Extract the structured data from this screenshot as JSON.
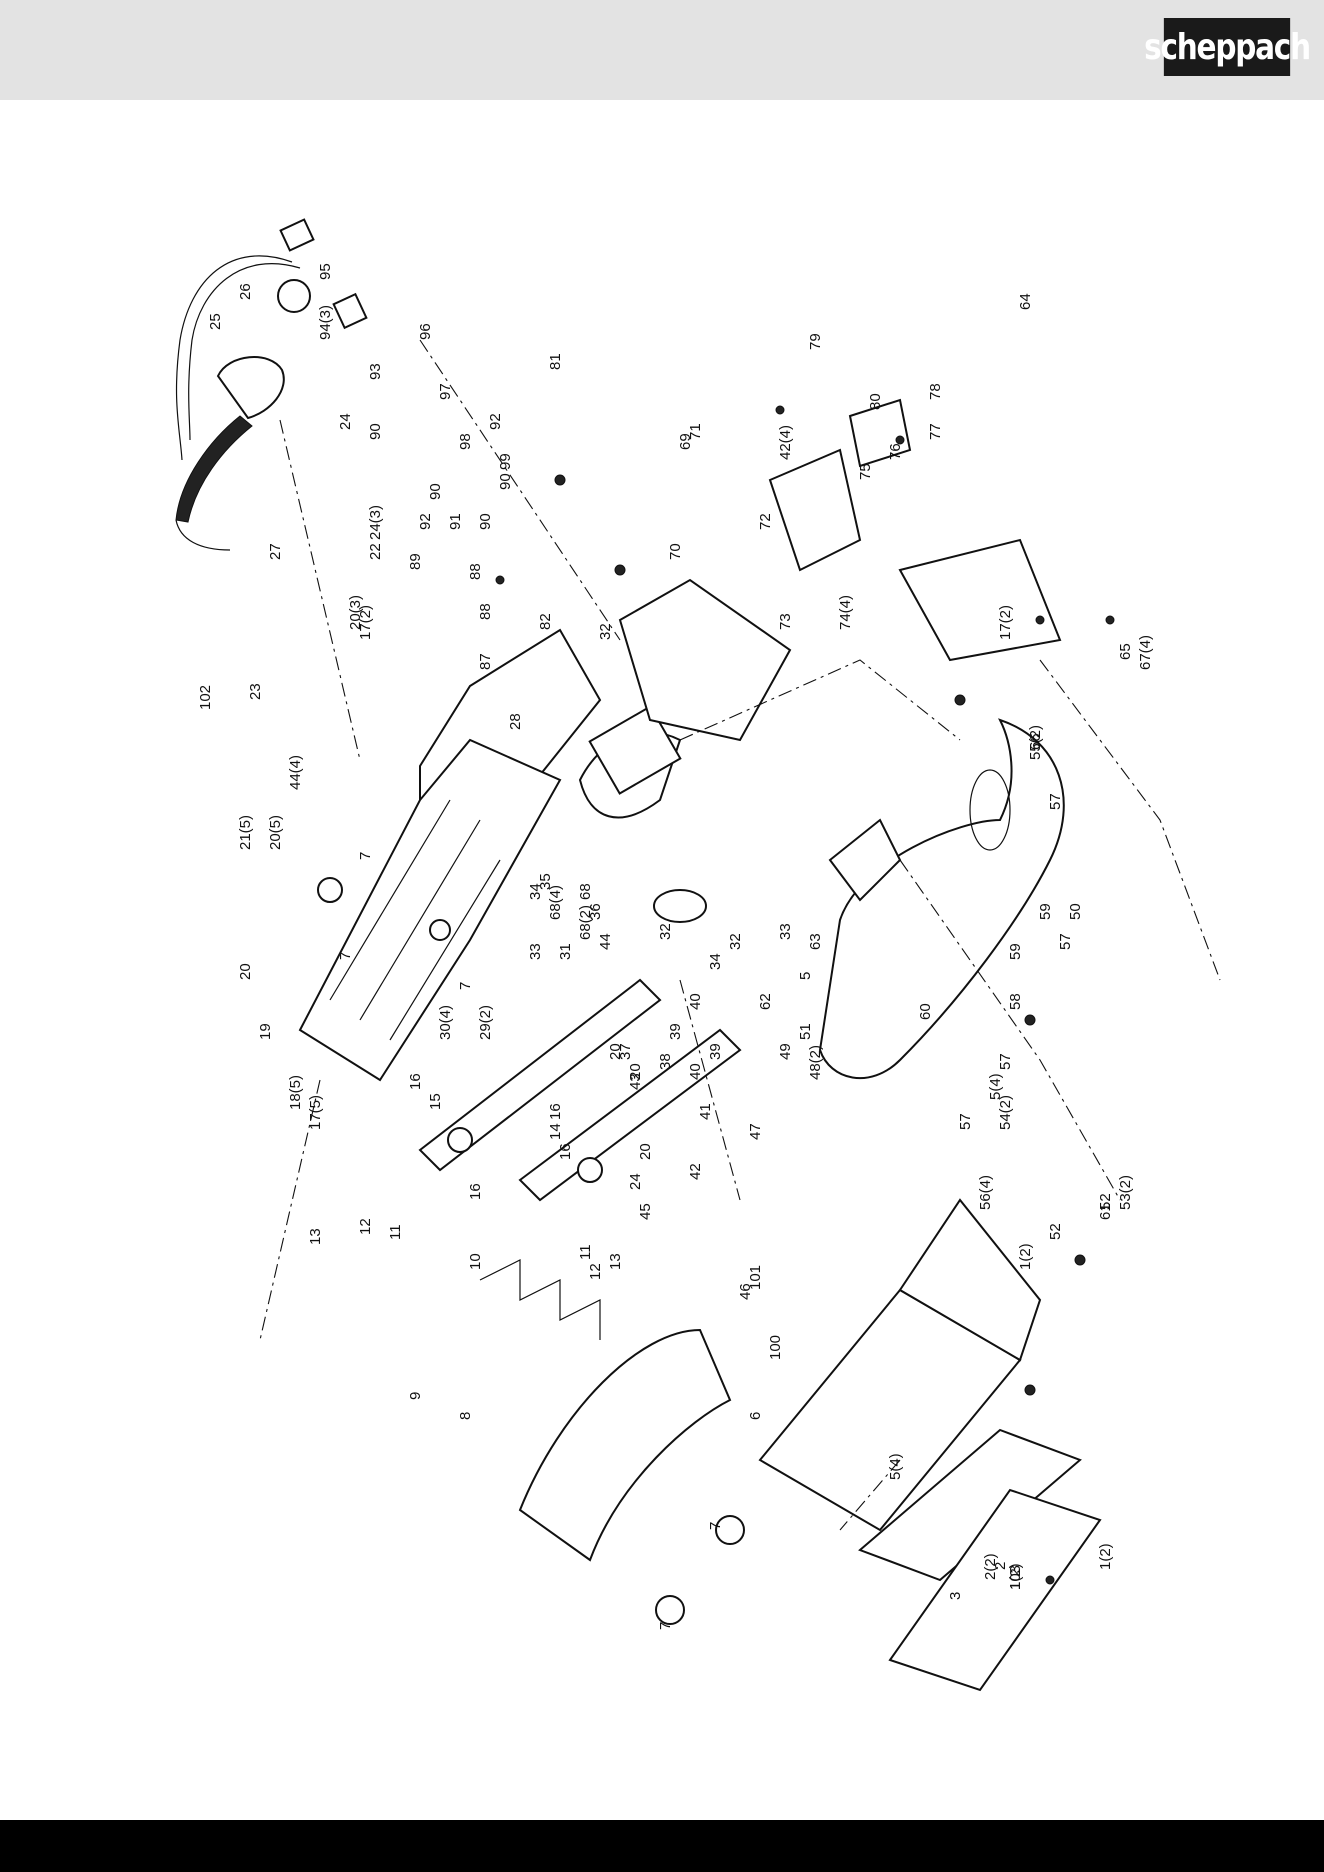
{
  "header": {
    "brand": "scheppach",
    "background": "#e3e3e3",
    "logo_background": "#1a1a1a"
  },
  "footer": {
    "background": "#000000"
  },
  "diagram": {
    "callouts": [
      "1(2)",
      "1(2)",
      "1(2)",
      "2",
      "2(2)",
      "3",
      "5",
      "5(4)",
      "5(4)",
      "6",
      "7",
      "7",
      "7",
      "7",
      "7",
      "8",
      "9",
      "10",
      "11",
      "11",
      "12",
      "12",
      "13",
      "13",
      "14",
      "15",
      "16",
      "16",
      "16",
      "16",
      "17(2)",
      "17(2)",
      "17(5)",
      "18(5)",
      "19",
      "20",
      "20",
      "20",
      "20(5)",
      "20(3)",
      "20",
      "21(5)",
      "22",
      "23",
      "24",
      "24",
      "24(3)",
      "25",
      "26",
      "27",
      "28",
      "29(2)",
      "30(4)",
      "31",
      "32",
      "32",
      "32",
      "33",
      "33",
      "34",
      "34",
      "35",
      "36",
      "37",
      "38",
      "39",
      "39",
      "40",
      "40",
      "41",
      "42",
      "42(4)",
      "43",
      "44",
      "44(4)",
      "45",
      "46",
      "47",
      "48(2)",
      "49",
      "50",
      "51",
      "52",
      "52",
      "53(2)",
      "54(2)",
      "55(2)",
      "56(4)",
      "57",
      "57",
      "57",
      "57",
      "58",
      "59",
      "59",
      "60",
      "61",
      "62",
      "63",
      "64",
      "65",
      "66",
      "67(4)",
      "68",
      "68(2)",
      "68(4)",
      "69",
      "70",
      "71",
      "72",
      "73",
      "74(4)",
      "75",
      "76",
      "77",
      "78",
      "79",
      "80",
      "81",
      "82",
      "87",
      "88",
      "88",
      "89",
      "90",
      "90",
      "90",
      "90",
      "91",
      "92",
      "92",
      "93",
      "94(3)",
      "95",
      "96",
      "97",
      "98",
      "99",
      "100",
      "101",
      "102",
      "103"
    ]
  }
}
